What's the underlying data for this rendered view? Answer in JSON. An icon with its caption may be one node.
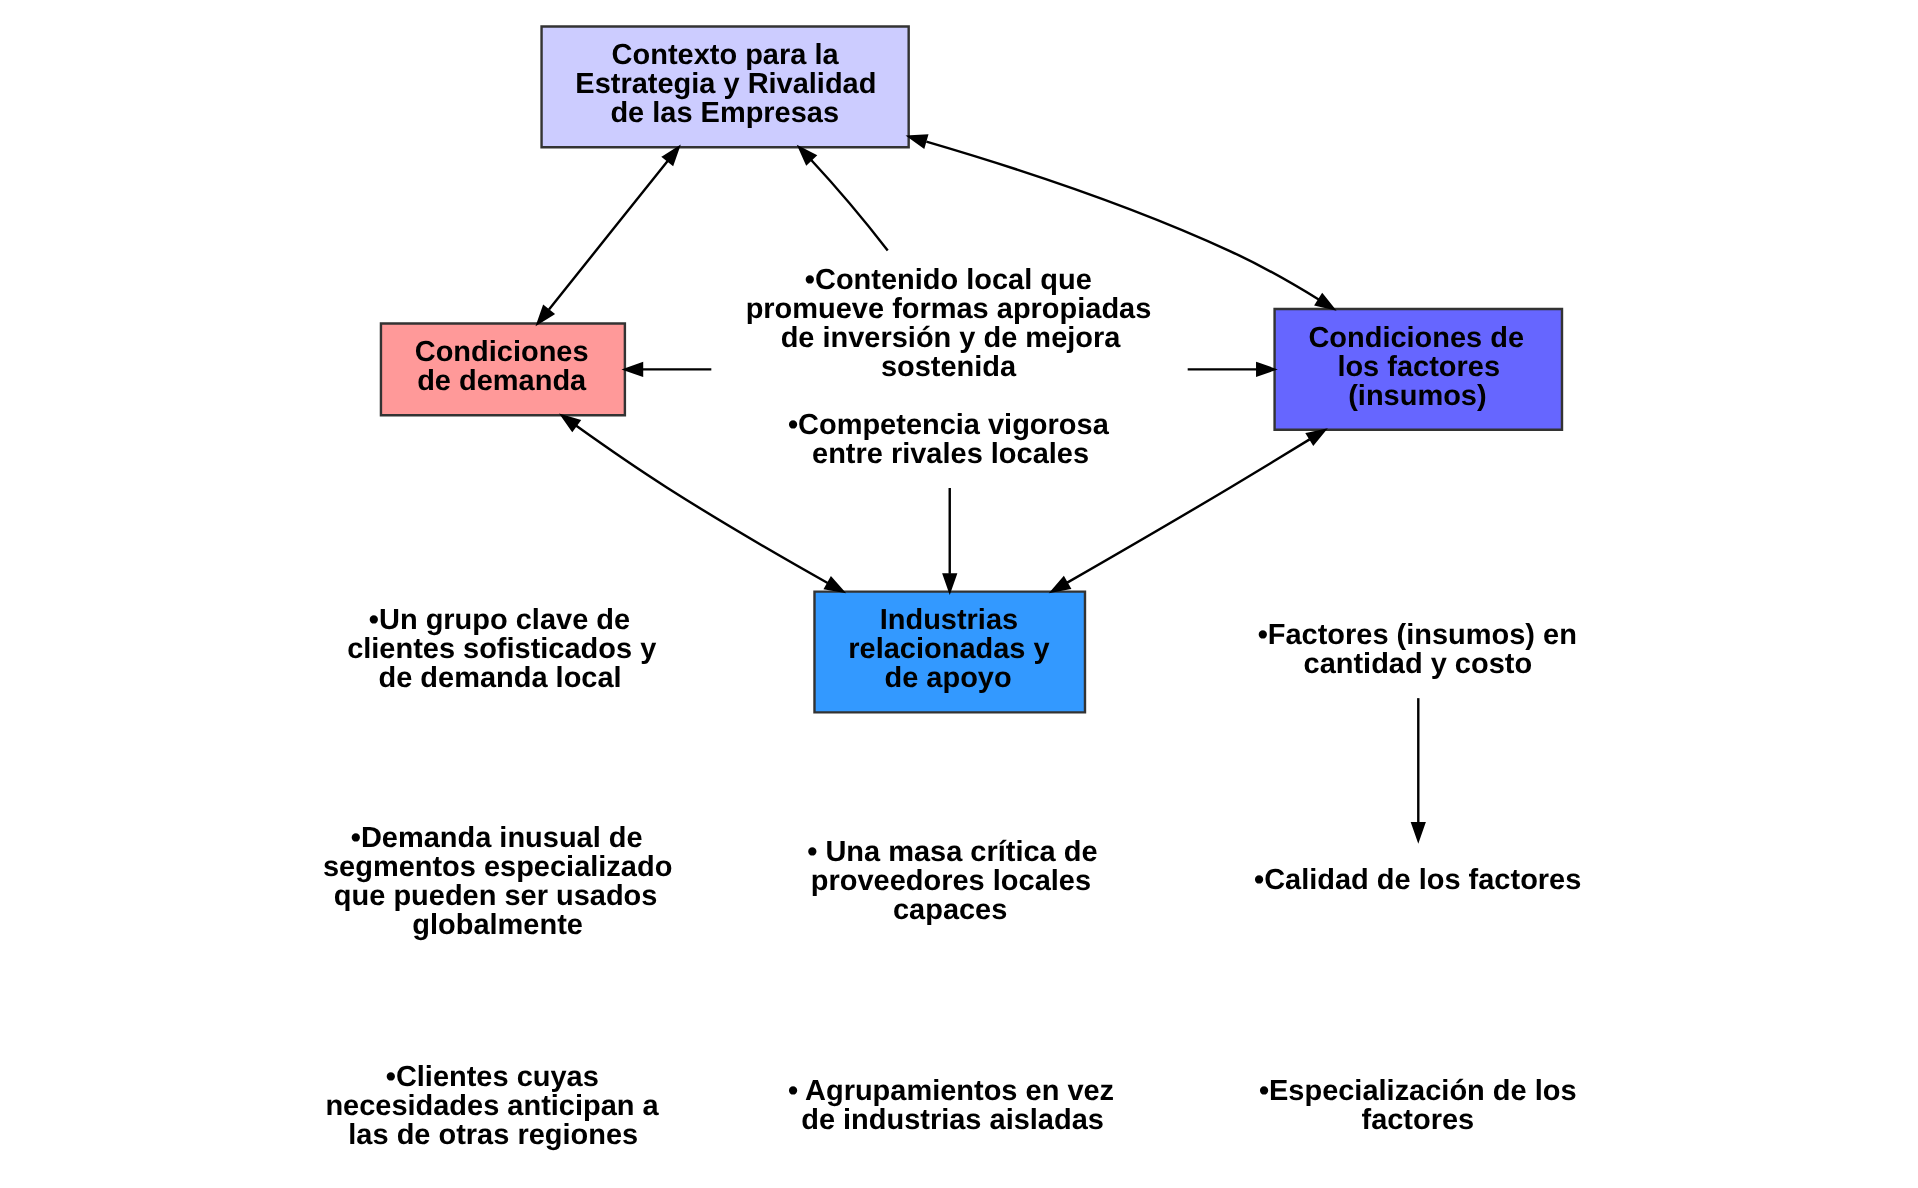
{
  "diagram": {
    "nodes": [
      {
        "text": [
          "Contexto para la Estrategia y Rivalidad de las Empresas"
        ]
      },
      {
        "text": [
          "Condiciones de los factores (insumos)"
        ]
      },
      {
        "text": [
          "•Contenido local que promueve formas apropiadas de inversión y de mejora sostenida",
          "•Competencia vigorosa entre rivales locales"
        ]
      },
      {
        "text": [
          "Condiciones de demanda"
        ]
      },
      {
        "text": [
          "Industrias relacionadas y de apoyo"
        ]
      },
      {
        "text": [
          "•Factores (insumos) en cantidad y costo"
        ]
      },
      {
        "text": [
          "•Calidad de los factores"
        ]
      }
    ],
    "edges": [
      {
        "from": 1,
        "to": 0,
        "arrow": "both"
      },
      {
        "from": 0,
        "to": 3,
        "arrow": "both"
      },
      {
        "from": 2,
        "to": 0,
        "arrow": "to"
      },
      {
        "from": 2,
        "to": 1,
        "arrow": "to"
      },
      {
        "from": 2,
        "to": 3,
        "arrow": "to"
      },
      {
        "from": 2,
        "to": 4,
        "arrow": "to"
      },
      {
        "from": 1,
        "to": 4,
        "arrow": "both"
      },
      {
        "from": 3,
        "to": 4,
        "arrow": "both"
      },
      {
        "from": 5,
        "to": 6,
        "arrow": "to"
      }
    ],
    "labels": [
      "•Un grupo clave de clientes sofisticados y de demanda local",
      "•Demanda inusual de segmentos especializado que pueden ser usados globalmente",
      "•Especialización de los factores",
      "•Clientes cuyas necesidades anticipan a las de otras regiones",
      "• Una masa crítica de proveedores locales capaces",
      "• Agrupamientos en vez de industrias aisladas"
    ]
  }
}
